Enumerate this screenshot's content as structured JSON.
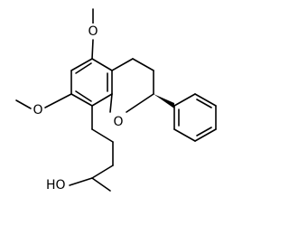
{
  "molecule": {
    "labels": {
      "o_top": "O",
      "o_left": "O",
      "o_ring": "O",
      "ho": "HO"
    },
    "colors": {
      "bond": "#000000",
      "text": "#000000",
      "background": "#ffffff"
    }
  }
}
